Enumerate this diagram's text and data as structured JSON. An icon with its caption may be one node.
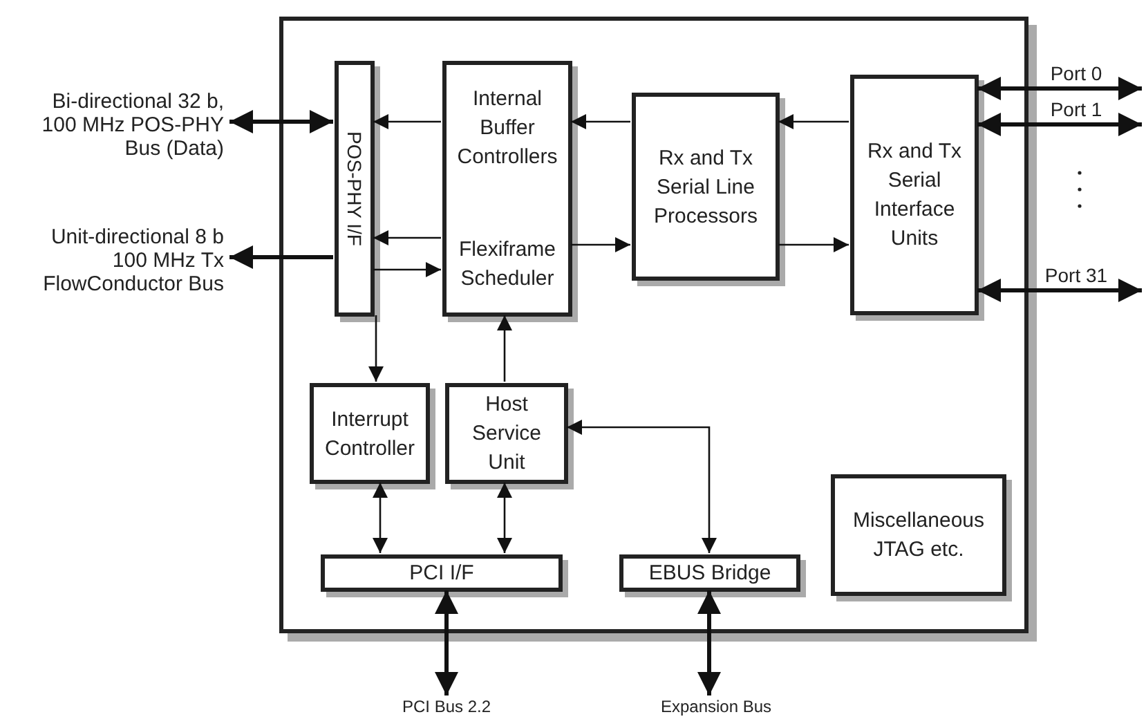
{
  "diagram": {
    "nodes": [
      {
        "text": [],
        "shape": "box"
      },
      {
        "text": [
          "Bi-directional 32 b, 100 MHz POS-PHY Bus (Data)"
        ]
      },
      {
        "text": [
          "Unit-directional 8 b 100 MHz Tx FlowConductor Bus"
        ]
      },
      {
        "text": [
          "POS-PHY I/F"
        ],
        "in": 0
      },
      {
        "text": [
          "Internal Buffer Controllers",
          "Flexiframe Scheduler"
        ],
        "in": 0
      },
      {
        "text": [
          "Rx and Tx Serial Line Processors"
        ],
        "in": 0
      },
      {
        "text": [
          "Rx and Tx Serial Interface Units"
        ],
        "in": 0
      },
      {
        "text": [
          "Interrupt Controller"
        ],
        "in": 0
      },
      {
        "text": [
          "Host Service Unit"
        ],
        "in": 0
      },
      {
        "text": [
          "PCI I/F"
        ],
        "in": 0
      },
      {
        "text": [
          "EBUS Bridge"
        ],
        "in": 0
      },
      {
        "text": [
          "Miscellaneous JTAG etc."
        ],
        "in": 0
      },
      {
        "text": [
          "PCI Bus 2.2"
        ]
      },
      {
        "text": [
          "Expansion Bus"
        ]
      }
    ],
    "edges": [
      {
        "from": 1,
        "to": 3,
        "arrow": "both",
        "style": "thick"
      },
      {
        "from": 3,
        "to": 2,
        "arrow": "to",
        "style": "thick"
      },
      {
        "from": 4,
        "to": 3,
        "arrow": "to"
      },
      {
        "from": 4,
        "to": 3,
        "arrow": "to"
      },
      {
        "from": 3,
        "to": 4,
        "arrow": "to"
      },
      {
        "from": 5,
        "to": 4,
        "arrow": "to"
      },
      {
        "from": 4,
        "to": 5,
        "arrow": "to"
      },
      {
        "from": 6,
        "to": 5,
        "arrow": "to"
      },
      {
        "from": 5,
        "to": 6,
        "arrow": "to"
      },
      {
        "from": 6,
        "to": null,
        "arrow": "both",
        "label": "Port 0",
        "style": "thick"
      },
      {
        "from": 6,
        "to": null,
        "arrow": "both",
        "label": "Port 1",
        "style": "thick"
      },
      {
        "from": 6,
        "to": null,
        "arrow": "both",
        "label": "Port 31",
        "style": "thick"
      },
      {
        "from": 3,
        "to": 7,
        "arrow": "to"
      },
      {
        "from": 8,
        "to": 4,
        "arrow": "to"
      },
      {
        "from": 7,
        "to": 9,
        "arrow": "both"
      },
      {
        "from": 8,
        "to": 9,
        "arrow": "both"
      },
      {
        "from": 10,
        "to": 8,
        "arrow": "both"
      },
      {
        "from": 9,
        "to": 12,
        "arrow": "both",
        "style": "thick"
      },
      {
        "from": 10,
        "to": 13,
        "arrow": "both",
        "style": "thick"
      }
    ]
  }
}
